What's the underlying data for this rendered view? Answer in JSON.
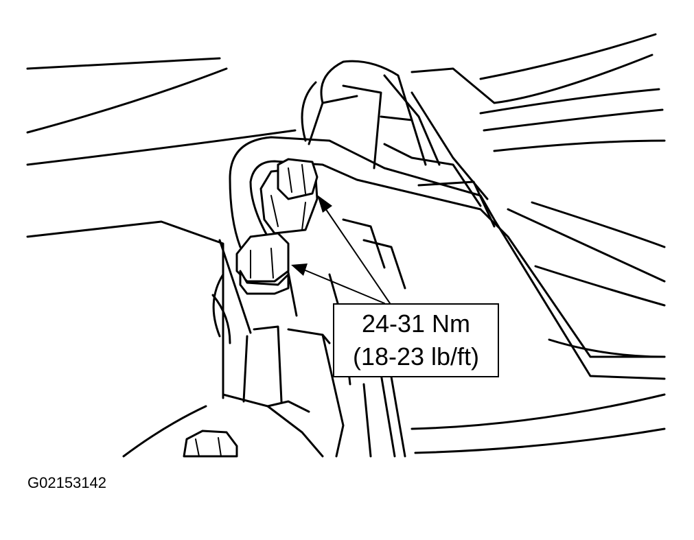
{
  "callout": {
    "torque_metric": "24-31 Nm",
    "torque_imperial": "(18-23 lb/ft)"
  },
  "figure_id": "G02153142",
  "colors": {
    "ink": "#000000",
    "paper": "#ffffff"
  }
}
